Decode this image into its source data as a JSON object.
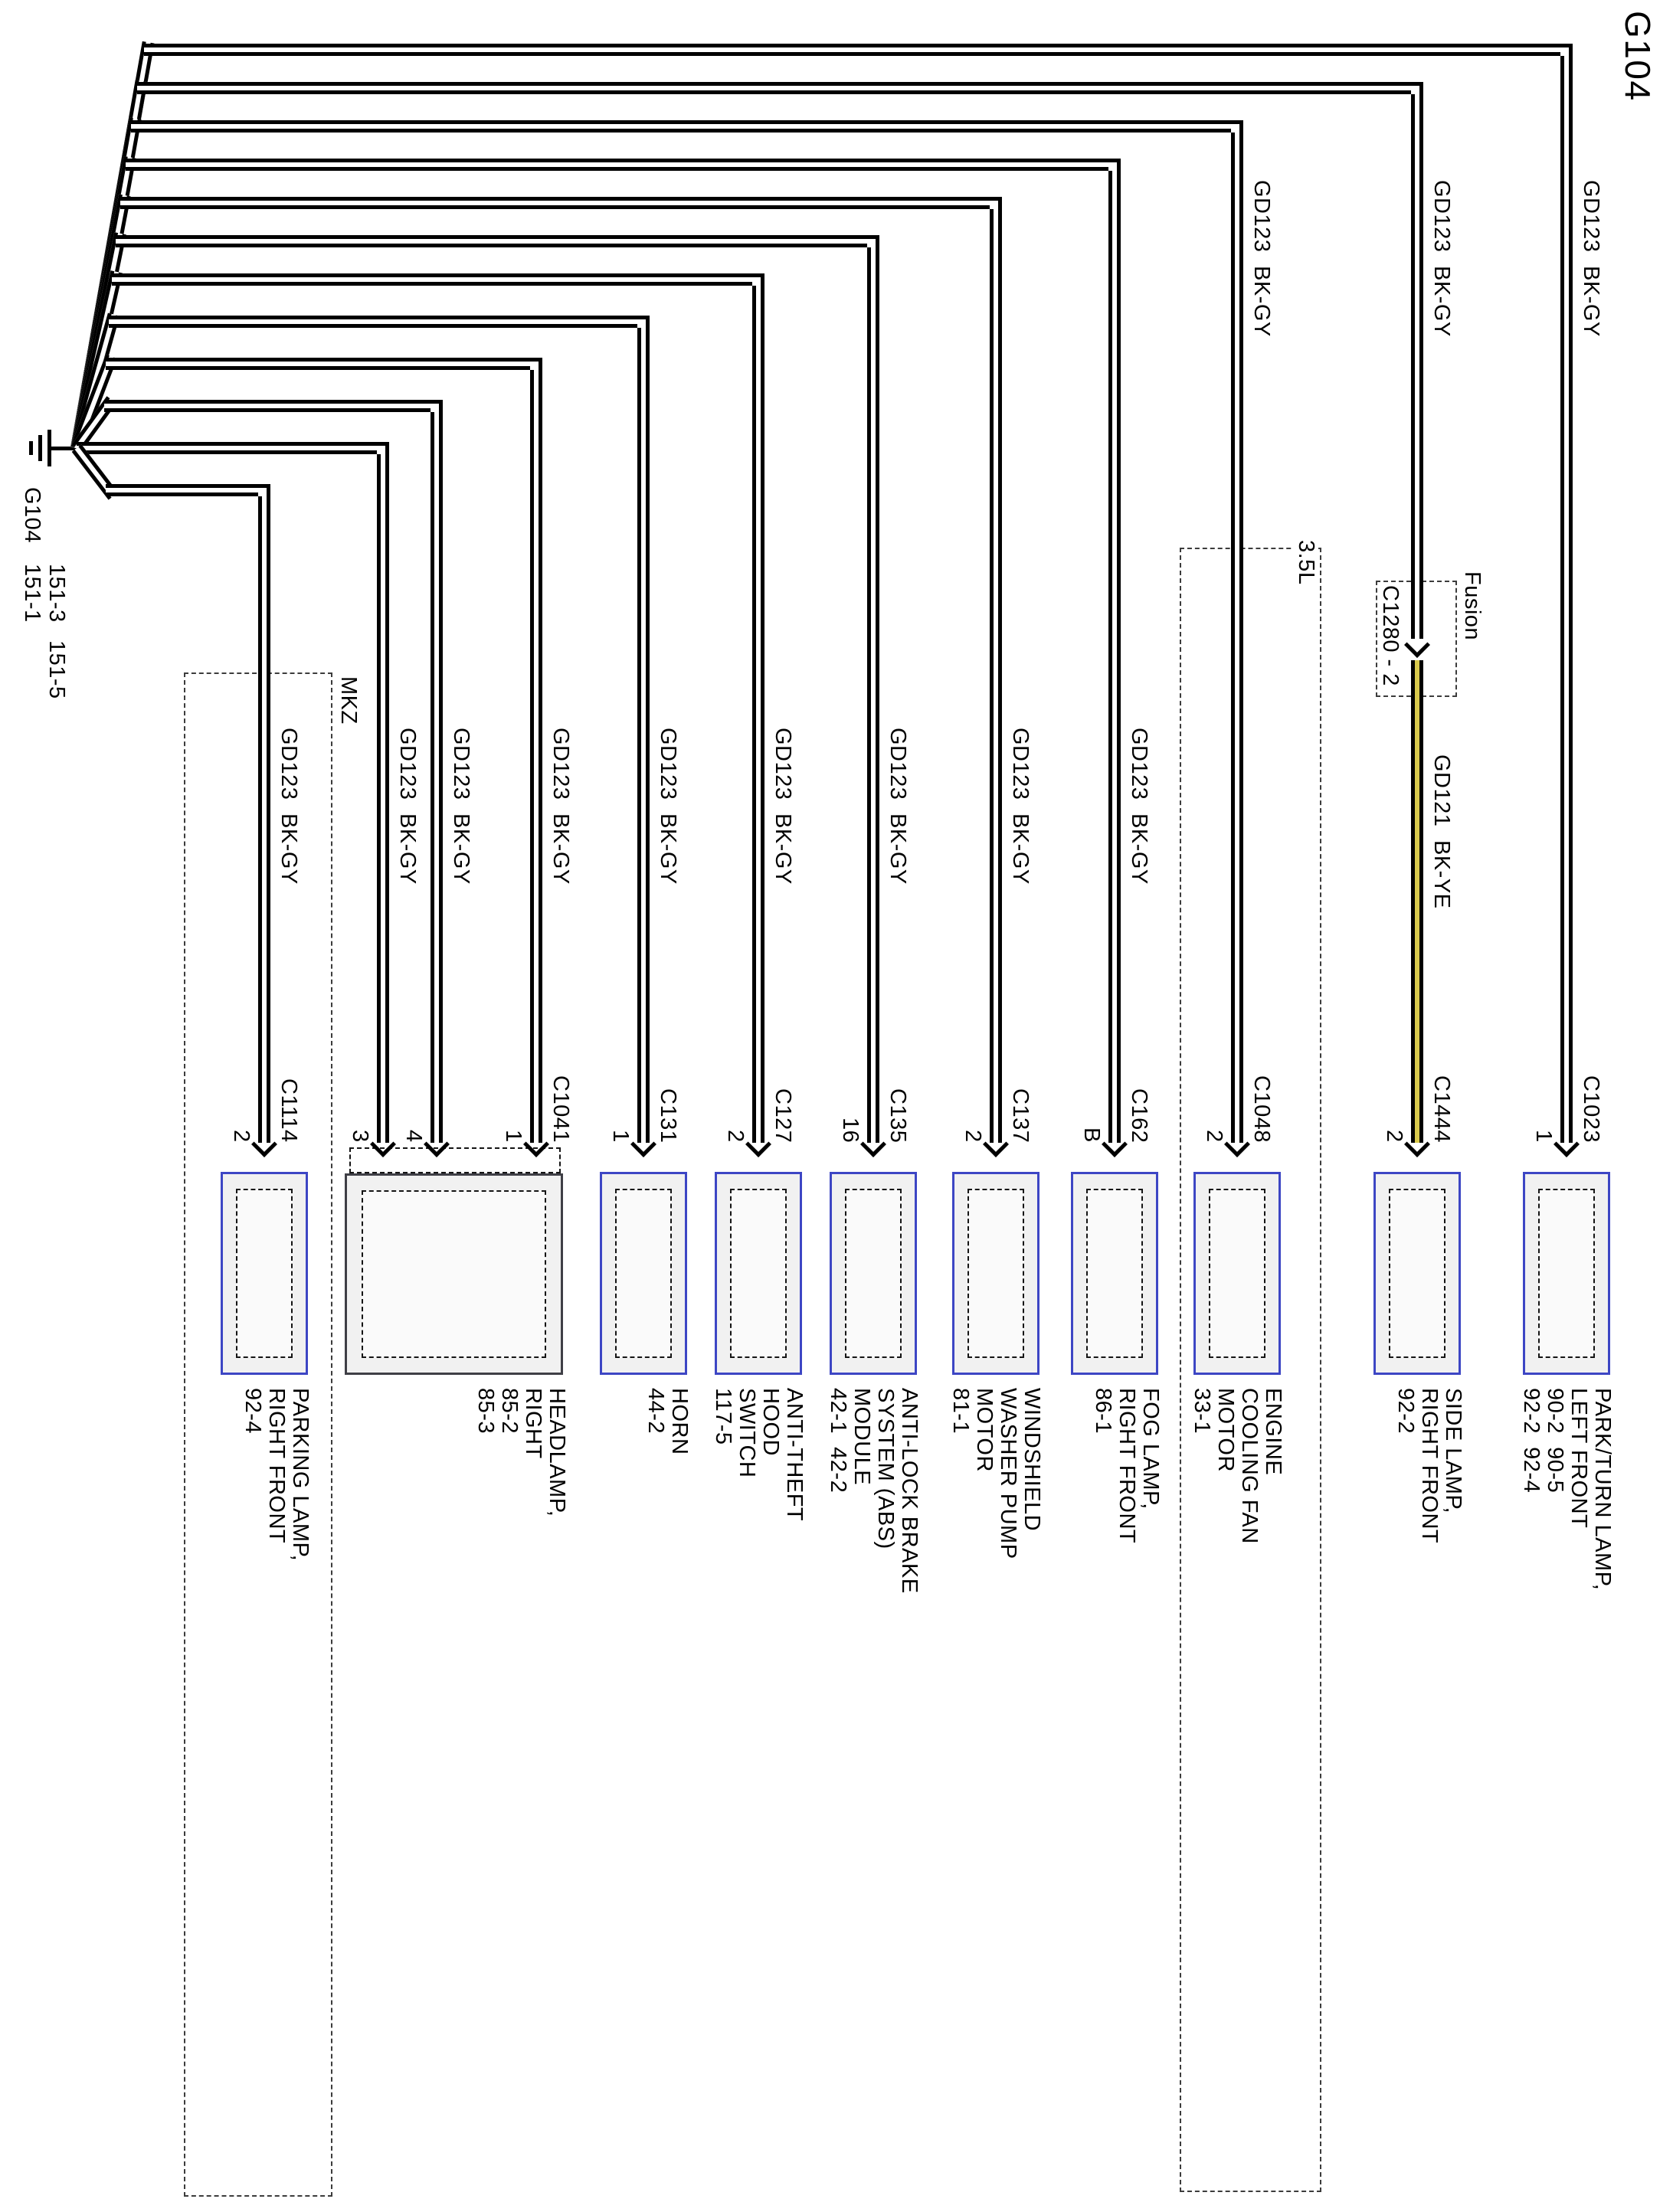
{
  "title": "G104",
  "ground": {
    "id": "G104",
    "page_refs": [
      "151-1",
      "151-3",
      "151-5"
    ]
  },
  "variant_groups": {
    "fusion": "Fusion",
    "mkz": "MKZ",
    "v35": "3.5L"
  },
  "inline_connector": {
    "label": "C1280 - 2"
  },
  "branches": [
    {
      "circuit": "GD123",
      "color": "BK-GY",
      "connector": "C1023",
      "pin": "1",
      "component": [
        "PARK/TURN LAMP,",
        "LEFT FRONT",
        "90-2  90-5",
        "92-2  92-4"
      ]
    },
    {
      "circuit": "GD123",
      "color": "BK-GY",
      "circuit2": "GD121",
      "color2": "BK-YE",
      "connector": "C1444",
      "pin": "2",
      "component": [
        "SIDE LAMP,",
        "RIGHT FRONT",
        "92-2"
      ]
    },
    {
      "circuit": "GD123",
      "color": "BK-GY",
      "connector": "C1048",
      "pin": "2",
      "component": [
        "ENGINE",
        "COOLING FAN",
        "MOTOR",
        "33-1"
      ]
    },
    {
      "circuit": "GD123",
      "color": "BK-GY",
      "connector": "C162",
      "pin": "B",
      "component": [
        "FOG LAMP,",
        "RIGHT FRONT",
        "86-1"
      ]
    },
    {
      "circuit": "GD123",
      "color": "BK-GY",
      "connector": "C137",
      "pin": "2",
      "component": [
        "WINDSHIELD",
        "WASHER PUMP",
        "MOTOR",
        "81-1"
      ]
    },
    {
      "circuit": "GD123",
      "color": "BK-GY",
      "connector": "C135",
      "pin": "16",
      "component": [
        "ANTI-LOCK BRAKE",
        "SYSTEM (ABS)",
        "MODULE",
        "42-1  42-2"
      ]
    },
    {
      "circuit": "GD123",
      "color": "BK-GY",
      "connector": "C127",
      "pin": "2",
      "component": [
        "ANTI-THEFT",
        "HOOD",
        "SWITCH",
        "117-5"
      ]
    },
    {
      "circuit": "GD123",
      "color": "BK-GY",
      "connector": "C131",
      "pin": "1",
      "component": [
        "HORN",
        "44-2"
      ]
    },
    {
      "circuit": "GD123",
      "color": "BK-GY",
      "connector": "C1041",
      "pin": "1",
      "component": [
        "HEADLAMP,",
        "RIGHT",
        "85-2",
        "85-3"
      ]
    },
    {
      "circuit": "GD123",
      "color": "BK-GY",
      "pin": "4"
    },
    {
      "circuit": "GD123",
      "color": "BK-GY",
      "pin": "3"
    },
    {
      "circuit": "GD123",
      "color": "BK-GY",
      "connector": "C1114",
      "pin": "2",
      "component": [
        "PARKING LAMP,",
        "RIGHT FRONT",
        "92-4"
      ]
    }
  ]
}
